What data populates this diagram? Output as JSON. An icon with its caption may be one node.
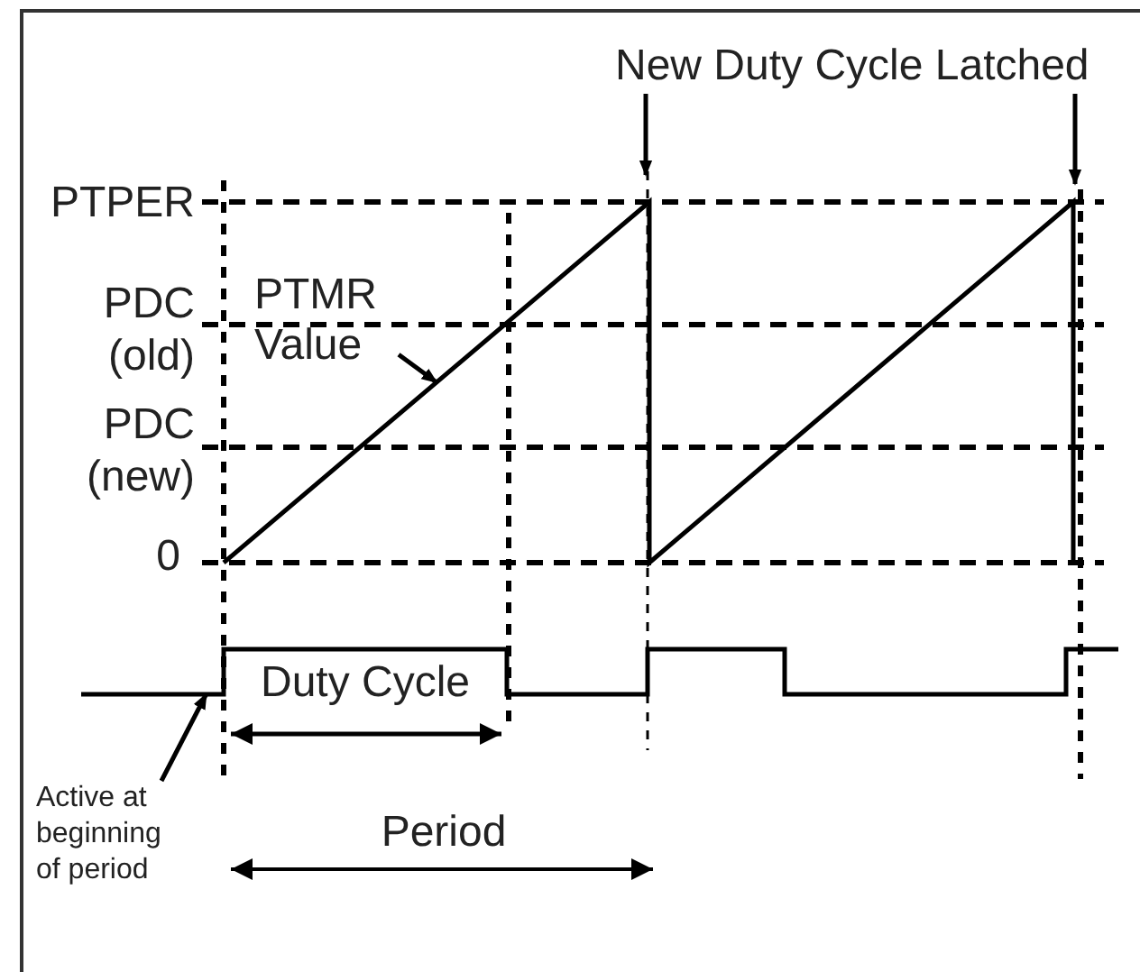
{
  "diagram": {
    "nodes": [
      {
        "text": [
          "New Duty Cycle Latched"
        ]
      },
      {
        "text": [
          "PTMR Value"
        ]
      },
      {
        "text": [
          "Active at beginning of period"
        ]
      },
      {
        "text": [],
        "shape": "picture"
      }
    ],
    "edges": [
      {
        "from": 0,
        "to": null,
        "arrow": "to"
      },
      {
        "from": 0,
        "to": null,
        "arrow": "to"
      },
      {
        "from": 1,
        "to": null,
        "arrow": "to"
      },
      {
        "from": 2,
        "to": 3,
        "arrow": "to"
      }
    ],
    "labels": [
      "PTPER",
      "PDC (old)",
      "PDC (new)",
      "0",
      "Duty Cycle",
      "Period"
    ]
  }
}
